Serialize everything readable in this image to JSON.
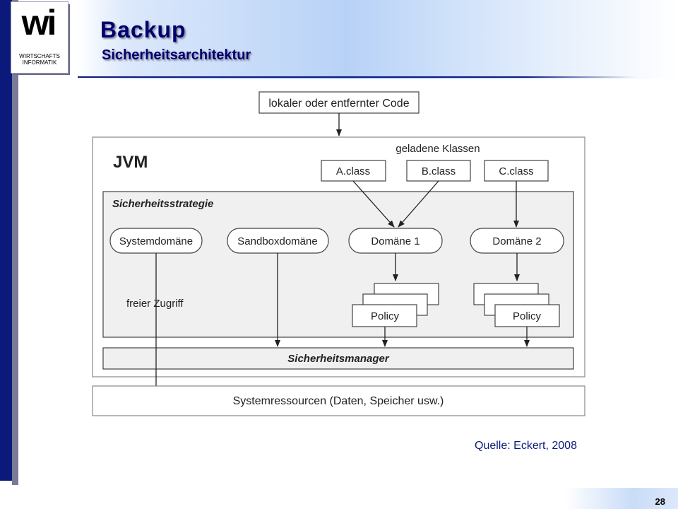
{
  "logo": {
    "mark": "wi",
    "line1": "WIRTSCHAFTS",
    "line2": "INFORMATIK"
  },
  "header": {
    "title": "Backup",
    "subtitle": "Sicherheitsarchitektur"
  },
  "diagram": {
    "code_source": "lokaler oder entfernter Code",
    "jvm_label": "JVM",
    "loaded_classes_label": "geladene Klassen",
    "classes": [
      "A.class",
      "B.class",
      "C.class"
    ],
    "strategy_label": "Sicherheitsstrategie",
    "domains": [
      "Systemdomäne",
      "Sandboxdomäne",
      "Domäne 1",
      "Domäne 2"
    ],
    "free_access_label": "freier Zugriff",
    "policy_label": "Policy",
    "manager_label": "Sicherheitsmanager",
    "resources_label": "Systemressourcen (Daten, Speicher usw.)"
  },
  "source_note": "Quelle: Eckert, 2008",
  "page_number": "28",
  "colors": {
    "navy": "#0b1a7a",
    "title": "#00006e",
    "panel": "#f0f0f0",
    "box_border": "#333333"
  }
}
